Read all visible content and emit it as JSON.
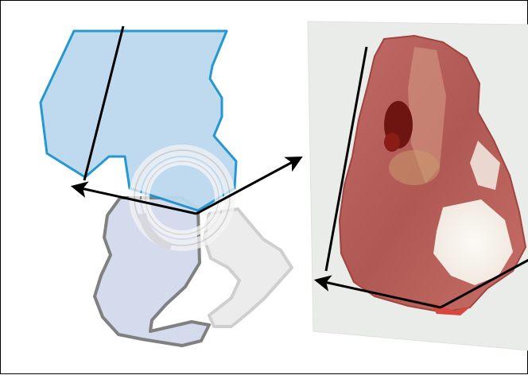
{
  "figure": {
    "panels": [
      "pelvis-schematic",
      "specimen-photograph"
    ],
    "colors": {
      "ilium_fill": "#bcd9ee",
      "ilium_stroke": "#1a93cf",
      "ischium_fill": "#d3dbec",
      "ischium_stroke": "#808080",
      "pubis_fill": "#ececec",
      "pubis_stroke": "#cfcfcf",
      "acetabulum": "#e4e4e4",
      "arrows": "#000000",
      "photo_background": "#e9ece9",
      "specimen_tissue": "#b55a57",
      "specimen_cartilage": "#f6f2ec",
      "frame": "#000000"
    },
    "icons": [
      "black-line-arrow"
    ]
  }
}
